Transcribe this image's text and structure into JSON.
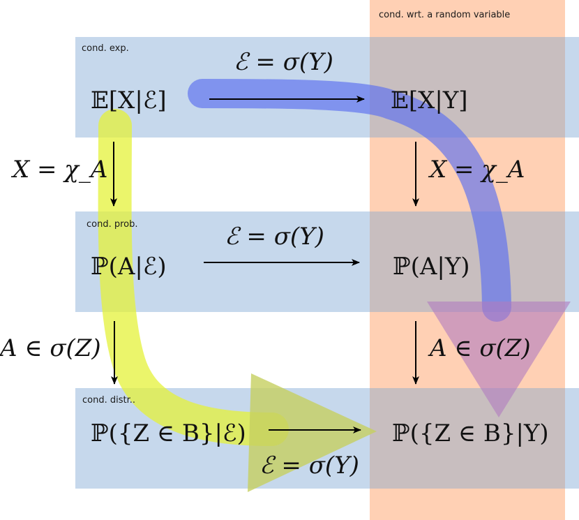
{
  "column_label": "cond. wrt. a random variable",
  "rows": {
    "expectation": {
      "label": "cond. exp.",
      "left": "𝔼[X|ℰ]",
      "right": "𝔼[X|Y]",
      "arrow_label": "ℰ = σ(Y)"
    },
    "probability": {
      "label": "cond. prob.",
      "left": "ℙ(A|ℰ)",
      "right": "ℙ(A|Y)",
      "arrow_label": "ℰ = σ(Y)"
    },
    "distribution": {
      "label": "cond. distr..",
      "left": "ℙ({Z ∈ B}|ℰ)",
      "right": "ℙ({Z ∈ B}|Y)",
      "arrow_label": "ℰ = σ(Y)"
    }
  },
  "vertical_labels": {
    "left_top": "X = χ_A",
    "right_top": "X = χ_A",
    "left_bottom": "A ∈ σ(Z)",
    "right_bottom": "A ∈ σ(Z)"
  },
  "colors": {
    "row_band": "#c6d8ec",
    "column_band": "#ffd0b4",
    "column_overlap": "#c8bebf",
    "blue_curve": "#7d8ff2",
    "purple_curve": "#b48cc6",
    "yellow_curve": "#e9f55e",
    "olive_curve": "#b9c870"
  }
}
